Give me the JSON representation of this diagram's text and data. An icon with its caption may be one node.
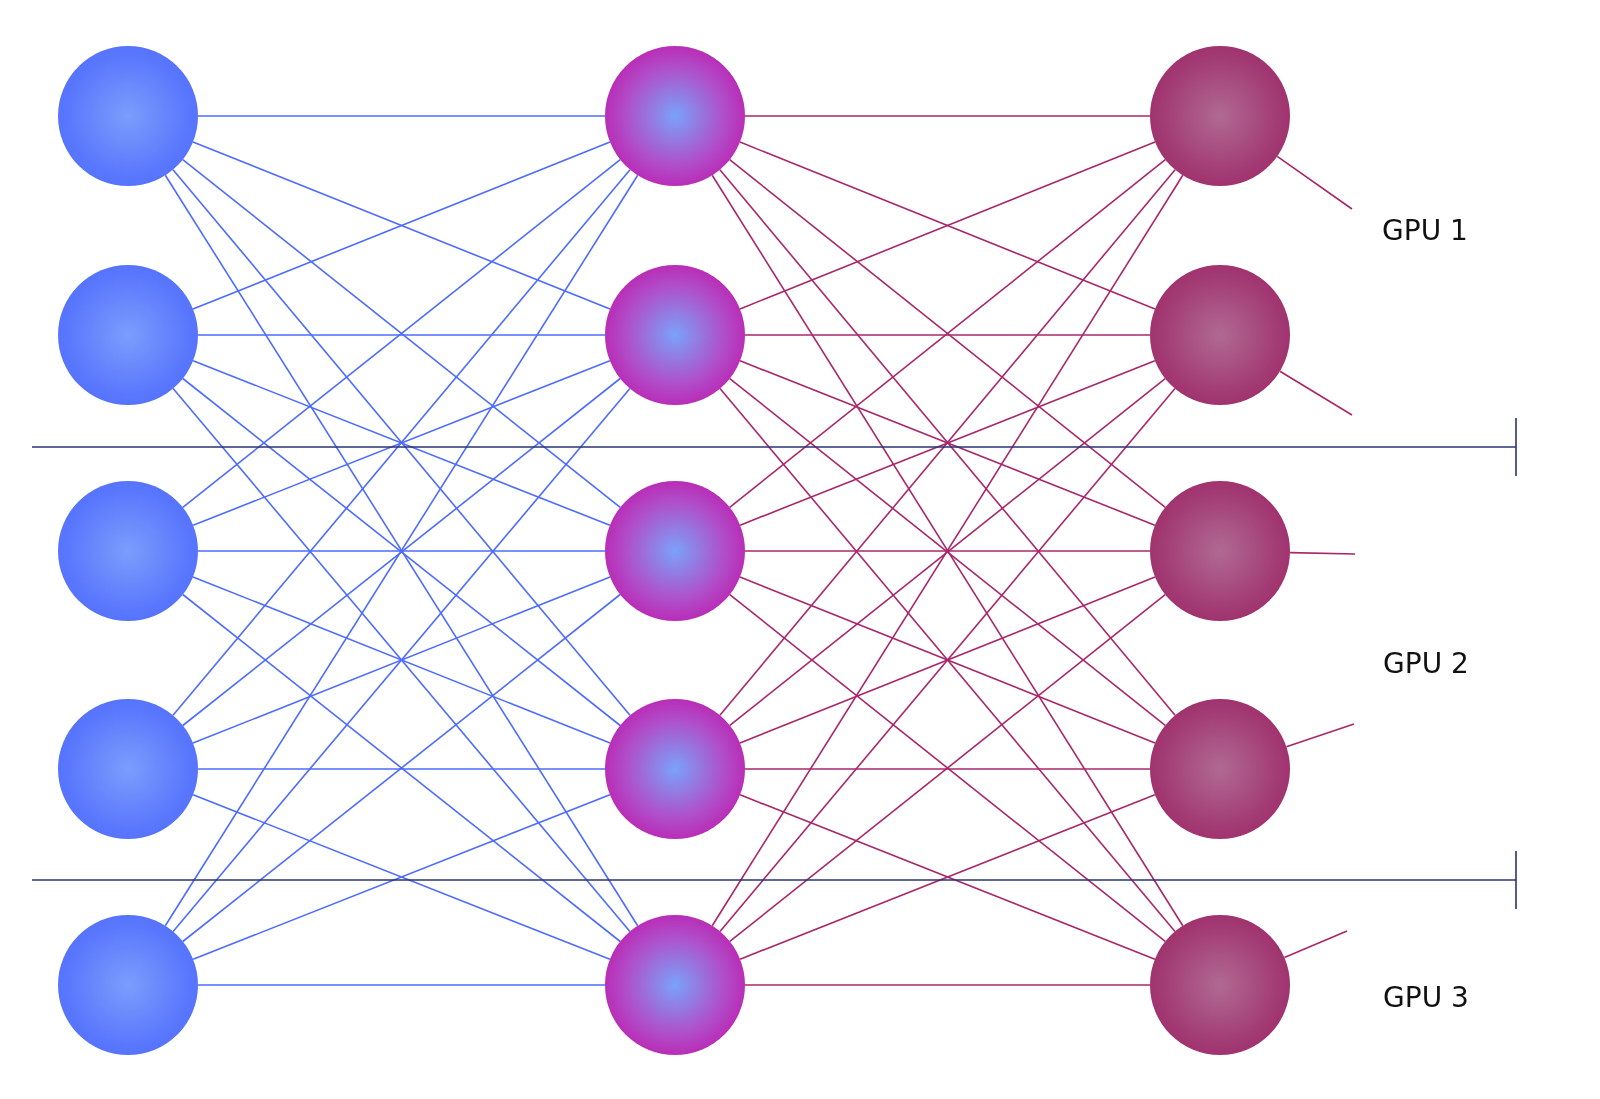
{
  "diagram": {
    "nodes": [
      {
        "text": [],
        "shape": "circle"
      },
      {
        "text": [],
        "shape": "circle"
      },
      {
        "text": [],
        "shape": "circle"
      },
      {
        "text": [],
        "shape": "circle"
      },
      {
        "text": [],
        "shape": "circle"
      },
      {
        "text": [],
        "shape": "circle"
      },
      {
        "text": [],
        "shape": "circle"
      },
      {
        "text": [],
        "shape": "circle"
      },
      {
        "text": [],
        "shape": "circle"
      },
      {
        "text": [],
        "shape": "circle"
      },
      {
        "text": [],
        "shape": "circle"
      },
      {
        "text": [],
        "shape": "circle"
      },
      {
        "text": [],
        "shape": "circle"
      },
      {
        "text": [],
        "shape": "circle"
      },
      {
        "text": [],
        "shape": "circle"
      }
    ],
    "edges": [
      {
        "from": 0,
        "to": 5,
        "arrow": "none",
        "color": "#4d6bfe"
      },
      {
        "from": 0,
        "to": 6,
        "arrow": "none",
        "color": "#4d6bfe"
      },
      {
        "from": 0,
        "to": 7,
        "arrow": "none",
        "color": "#4d6bfe"
      },
      {
        "from": 0,
        "to": 8,
        "arrow": "none",
        "color": "#4d6bfe"
      },
      {
        "from": 0,
        "to": 9,
        "arrow": "none",
        "color": "#4d6bfe"
      },
      {
        "from": 1,
        "to": 5,
        "arrow": "none",
        "color": "#4d6bfe"
      },
      {
        "from": 1,
        "to": 6,
        "arrow": "none",
        "color": "#4d6bfe"
      },
      {
        "from": 1,
        "to": 7,
        "arrow": "none",
        "color": "#4d6bfe"
      },
      {
        "from": 1,
        "to": 8,
        "arrow": "none",
        "color": "#4d6bfe"
      },
      {
        "from": 1,
        "to": 9,
        "arrow": "none",
        "color": "#4d6bfe"
      },
      {
        "from": 2,
        "to": 5,
        "arrow": "none",
        "color": "#4d6bfe"
      },
      {
        "from": 2,
        "to": 6,
        "arrow": "none",
        "color": "#4d6bfe"
      },
      {
        "from": 2,
        "to": 7,
        "arrow": "none",
        "color": "#4d6bfe"
      },
      {
        "from": 2,
        "to": 8,
        "arrow": "none",
        "color": "#4d6bfe"
      },
      {
        "from": 2,
        "to": 9,
        "arrow": "none",
        "color": "#4d6bfe"
      },
      {
        "from": 3,
        "to": 5,
        "arrow": "none",
        "color": "#4d6bfe"
      },
      {
        "from": 3,
        "to": 6,
        "arrow": "none",
        "color": "#4d6bfe"
      },
      {
        "from": 3,
        "to": 7,
        "arrow": "none",
        "color": "#4d6bfe"
      },
      {
        "from": 3,
        "to": 8,
        "arrow": "none",
        "color": "#4d6bfe"
      },
      {
        "from": 3,
        "to": 9,
        "arrow": "none",
        "color": "#4d6bfe"
      },
      {
        "from": 4,
        "to": 5,
        "arrow": "none",
        "color": "#4d6bfe"
      },
      {
        "from": 4,
        "to": 6,
        "arrow": "none",
        "color": "#4d6bfe"
      },
      {
        "from": 4,
        "to": 7,
        "arrow": "none",
        "color": "#4d6bfe"
      },
      {
        "from": 4,
        "to": 8,
        "arrow": "none",
        "color": "#4d6bfe"
      },
      {
        "from": 4,
        "to": 9,
        "arrow": "none",
        "color": "#4d6bfe"
      },
      {
        "from": 5,
        "to": 10,
        "arrow": "none"
      },
      {
        "from": 5,
        "to": 11,
        "arrow": "none"
      },
      {
        "from": 5,
        "to": 12,
        "arrow": "none"
      },
      {
        "from": 5,
        "to": 13,
        "arrow": "none"
      },
      {
        "from": 5,
        "to": 14,
        "arrow": "none"
      },
      {
        "from": 6,
        "to": 10,
        "arrow": "none"
      },
      {
        "from": 6,
        "to": 11,
        "arrow": "none"
      },
      {
        "from": 6,
        "to": 12,
        "arrow": "none"
      },
      {
        "from": 6,
        "to": 13,
        "arrow": "none"
      },
      {
        "from": 6,
        "to": 14,
        "arrow": "none"
      },
      {
        "from": 7,
        "to": 10,
        "arrow": "none"
      },
      {
        "from": 7,
        "to": 11,
        "arrow": "none"
      },
      {
        "from": 7,
        "to": 12,
        "arrow": "none"
      },
      {
        "from": 7,
        "to": 13,
        "arrow": "none"
      },
      {
        "from": 7,
        "to": 14,
        "arrow": "none"
      },
      {
        "from": 8,
        "to": 10,
        "arrow": "none"
      },
      {
        "from": 8,
        "to": 11,
        "arrow": "none"
      },
      {
        "from": 8,
        "to": 12,
        "arrow": "none"
      },
      {
        "from": 8,
        "to": 13,
        "arrow": "none"
      },
      {
        "from": 8,
        "to": 14,
        "arrow": "none"
      },
      {
        "from": 9,
        "to": 10,
        "arrow": "none"
      },
      {
        "from": 9,
        "to": 11,
        "arrow": "none"
      },
      {
        "from": 9,
        "to": 12,
        "arrow": "none"
      },
      {
        "from": 9,
        "to": 13,
        "arrow": "none"
      },
      {
        "from": 9,
        "to": 14,
        "arrow": "none"
      },
      {
        "from": 10,
        "to": null,
        "arrow": "none"
      },
      {
        "from": 11,
        "to": null,
        "arrow": "none"
      },
      {
        "from": 12,
        "to": null,
        "arrow": "none"
      },
      {
        "from": 13,
        "to": null,
        "arrow": "none"
      },
      {
        "from": 14,
        "to": null,
        "arrow": "none"
      }
    ],
    "labels": [
      "GPU 1",
      "GPU 2",
      "GPU 3"
    ]
  }
}
